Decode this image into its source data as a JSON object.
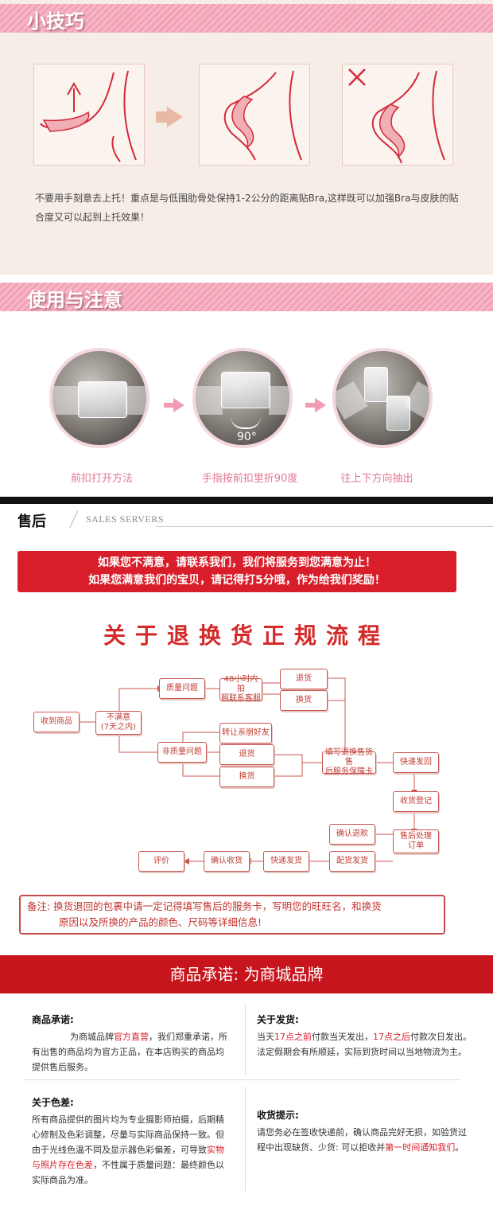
{
  "tips": {
    "title": "小技巧",
    "text": "不要用手刻意去上托！重点是与低围肋骨处保持1-2公分的距离贴Bra,这样既可以加强Bra与皮肤的贴合度又可以起到上托效果！"
  },
  "usage": {
    "title": "使用与注意",
    "angle": "90",
    "steps": [
      {
        "caption": "前扣打开方法"
      },
      {
        "caption": "手指按前扣里折90度"
      },
      {
        "caption": "往上下方向抽出"
      }
    ]
  },
  "after_sales": {
    "title": "售后",
    "subtitle": "SALES SERVERS",
    "banner_line1": "如果您不满意，请联系我们，我们将服务到您满意为止！",
    "banner_line2": "如果您满意我们的宝贝，请记得打5分哦，作为给我们奖励！"
  },
  "flow": {
    "title": "关于退换货正规流程",
    "receive": "收到商品",
    "unsatisfied_1": "不满意",
    "unsatisfied_2": "(7天之内)",
    "quality": "质量问题",
    "contact_1": "48小时内拍",
    "contact_2": "照联系客服",
    "return_a": "退货",
    "exchange_a": "换货",
    "non_quality": "非质量问题",
    "gift": "转让亲朋好友",
    "return_b": "退货",
    "exchange_b": "换货",
    "fill_1": "填写退换售货售",
    "fill_2": "后服务保障卡",
    "express_back": "快递发回",
    "receipt": "收货登记",
    "process_1": "售后处理",
    "process_2": "订单",
    "refund": "确认退款",
    "resend": "配货发货",
    "express_send": "快递发货",
    "confirm": "确认收货",
    "review": "评价"
  },
  "note": {
    "line1": "备注: 换货退回的包裹中请一定记得填写售后的服务卡，写明您的旺旺名，和换货",
    "line2": "原因以及所换的产品的颜色、尺码等详细信息!"
  },
  "promise": {
    "banner": "商品承诺: 为商城品牌",
    "b1": {
      "title": "商品承诺:",
      "t1": "为商城品牌",
      "t2": "官方直营",
      "t3": "，我们郑重承诺，所有出售的商品均为官方正品，在本店购买的商品均提供售后服务。"
    },
    "b2": {
      "title": "关于发货:",
      "t1": "当天",
      "t2": "17点之前",
      "t3": "付款当天发出，",
      "t4": "17点之后",
      "t5": "付款次日发出。法定假期会有所顺延，实际到货时间以当地物流为主。"
    },
    "b3": {
      "title": "关于色差:",
      "t1": "所有商品提供的图片均为专业摄影师拍摄，后期精心修制及色彩调整，尽量与实际商品保持一致。但由于光线色温不同及显示器色彩偏差，可导致",
      "t2": "实物与照片存在色差",
      "t3": "，不性属于质量问题：最终颜色以实际商品为准。"
    },
    "b4": {
      "title": "收货提示:",
      "t1": "请您务必在签收快递前，确认商品完好无损，如验货过程中出现缺货、少货: 可以拒收并",
      "t2": "第一时间通知我们",
      "t3": "。"
    }
  },
  "colors": {
    "accent": "#d81e2a",
    "pink": "#f2a1b5",
    "line": "#c9574f"
  }
}
